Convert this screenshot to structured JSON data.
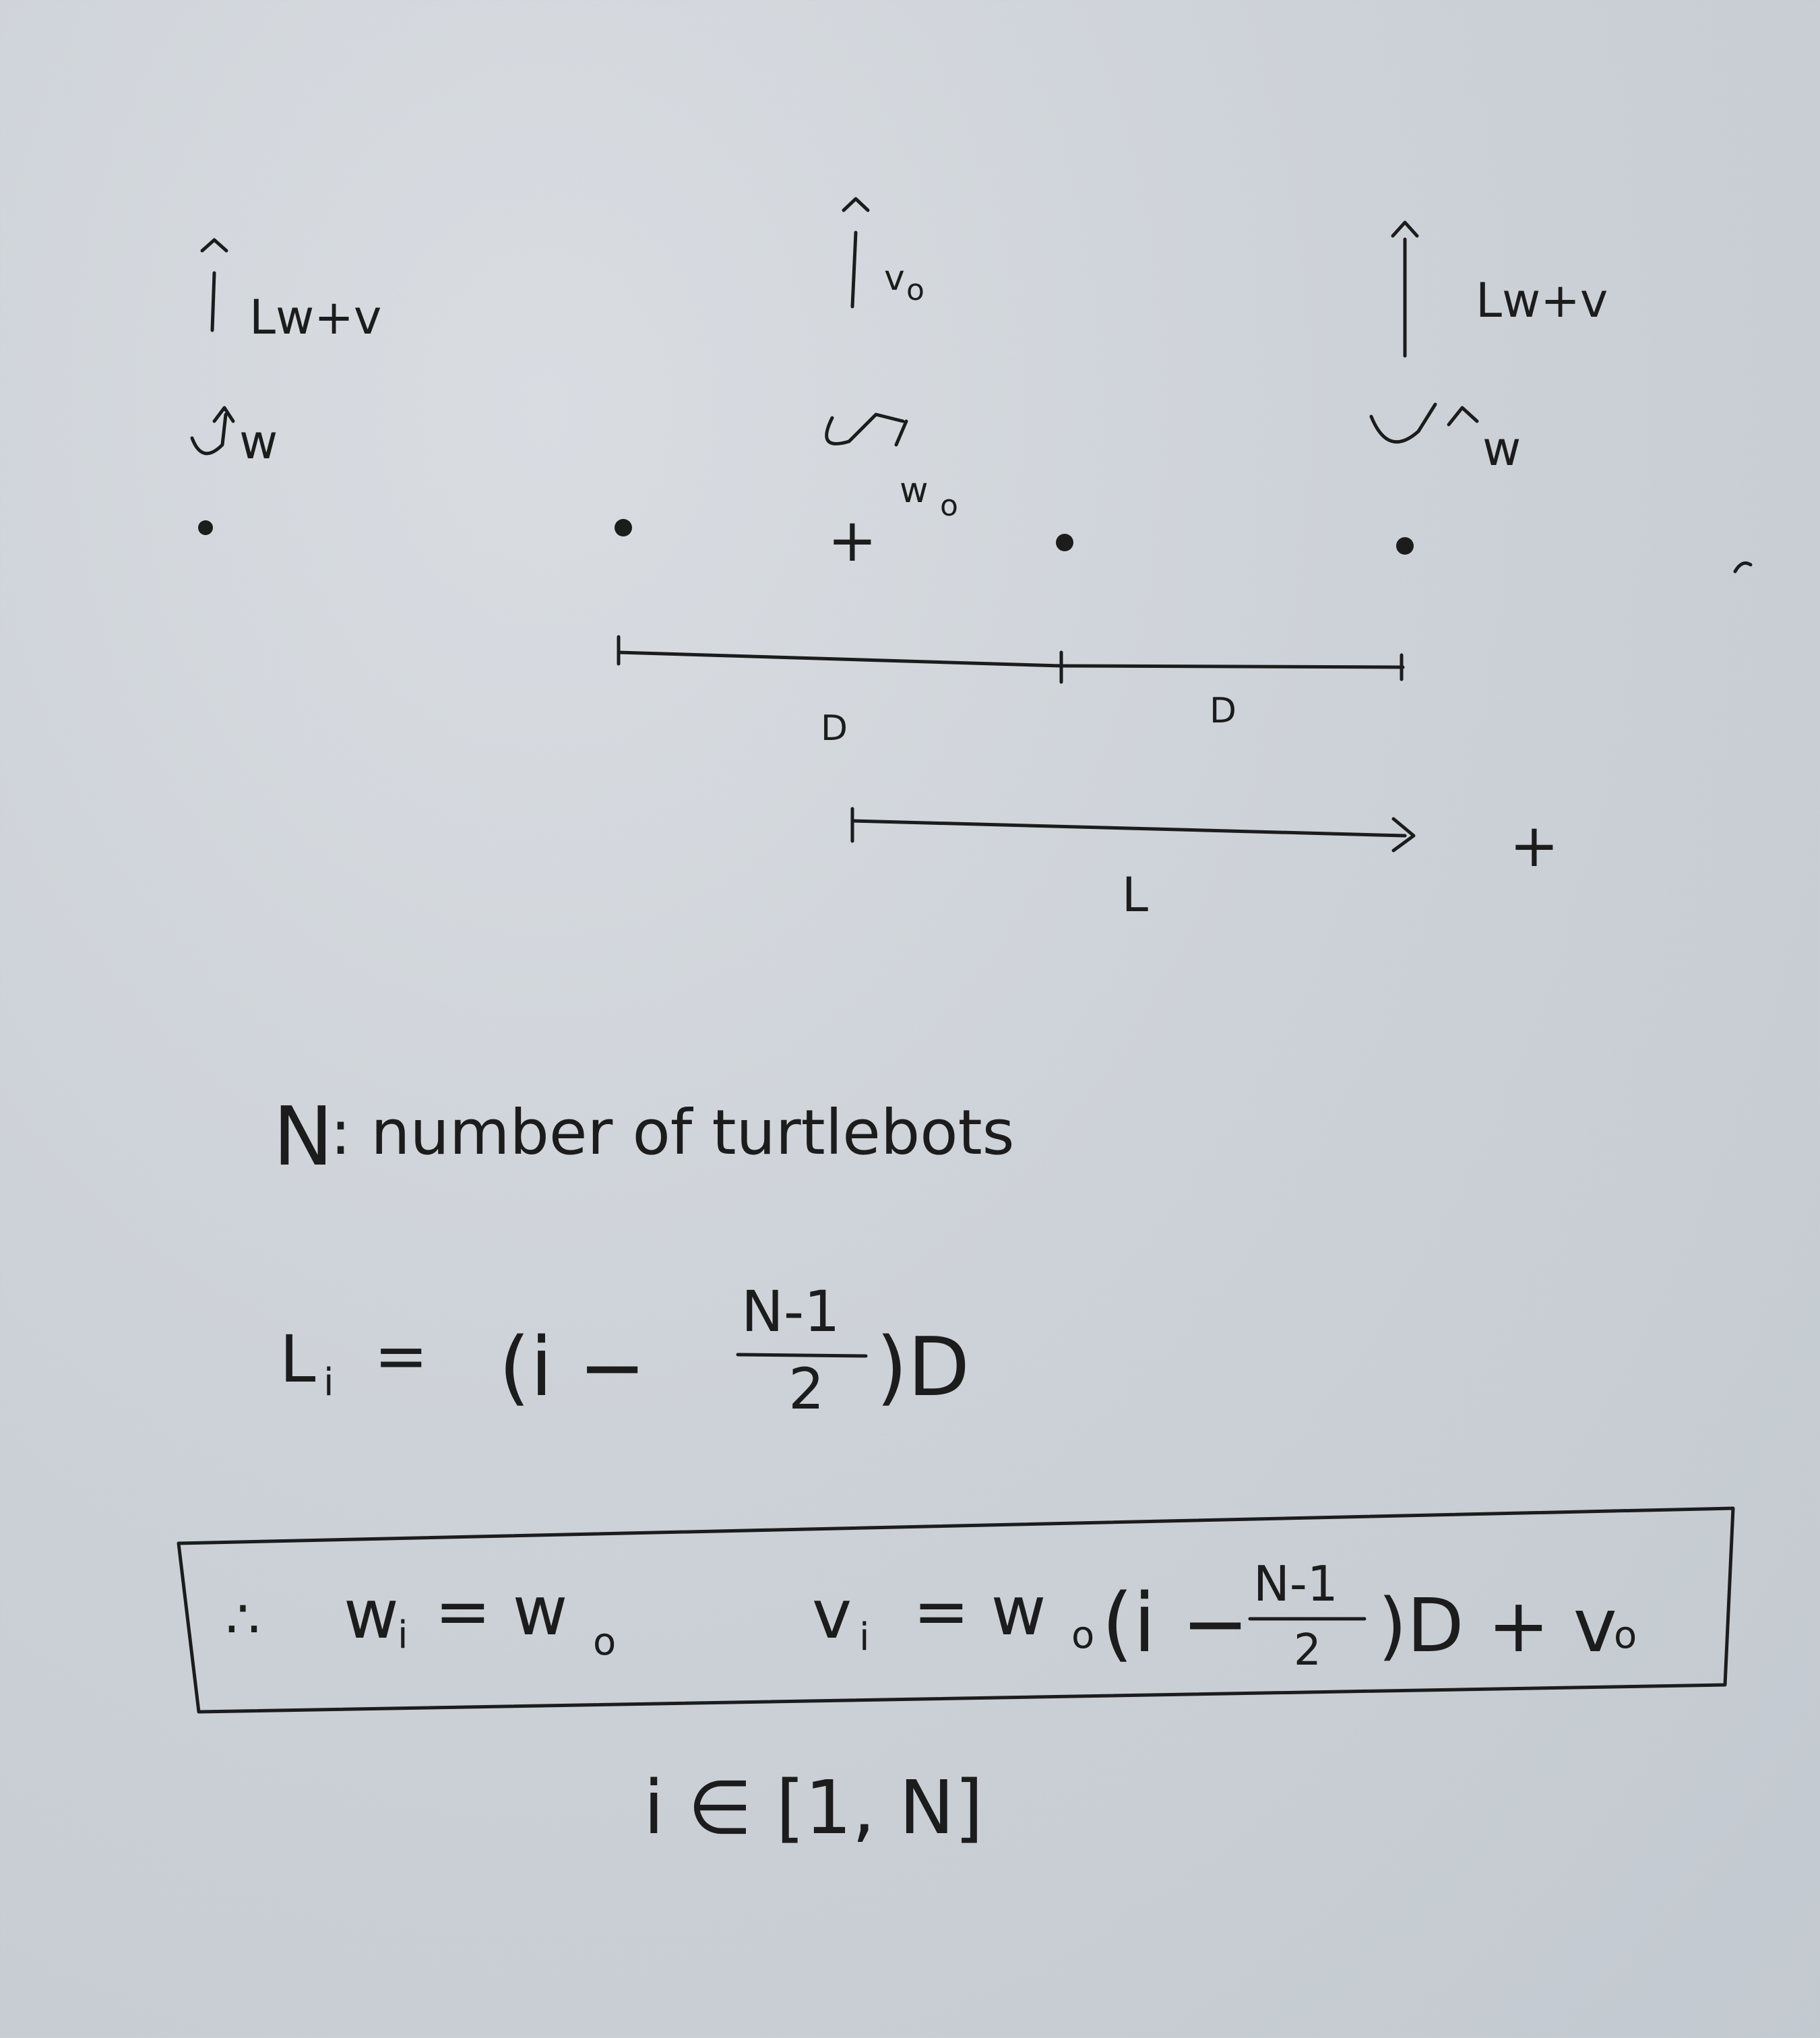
{
  "diagram": {
    "left_robot": {
      "velocity_label": "Lw+v",
      "rotation_label": "w"
    },
    "center_robot": {
      "velocity_label": "v",
      "velocity_sub": "o",
      "rotation_label": "w",
      "rotation_sub": "o",
      "center_mark": "+"
    },
    "right_robot": {
      "velocity_label": "Lw+v",
      "rotation_label": "w"
    },
    "spacing_label_1": "D",
    "spacing_label_2": "D",
    "offset_label": "L",
    "offset_plus": "+"
  },
  "equations": {
    "definition_symbol": "N",
    "definition_text": ": number of turtlebots",
    "li_lhs": "L",
    "li_sub": "i",
    "li_eq": "=",
    "li_open": "(i −",
    "li_num": "N-1",
    "li_den": "2",
    "li_close": ")D",
    "therefore": "∴",
    "w_lhs": "w",
    "w_sub": "i",
    "w_eq": "= w",
    "w_rhs_sub": "o",
    "v_lhs": "v",
    "v_sub": "i",
    "v_eq": "= w",
    "v_w_sub": "o",
    "v_open": "(i −",
    "v_num": "N-1",
    "v_den": "2",
    "v_close": ")D + v",
    "v_rhs_sub": "o",
    "domain": "i ∈ [1, N]"
  }
}
